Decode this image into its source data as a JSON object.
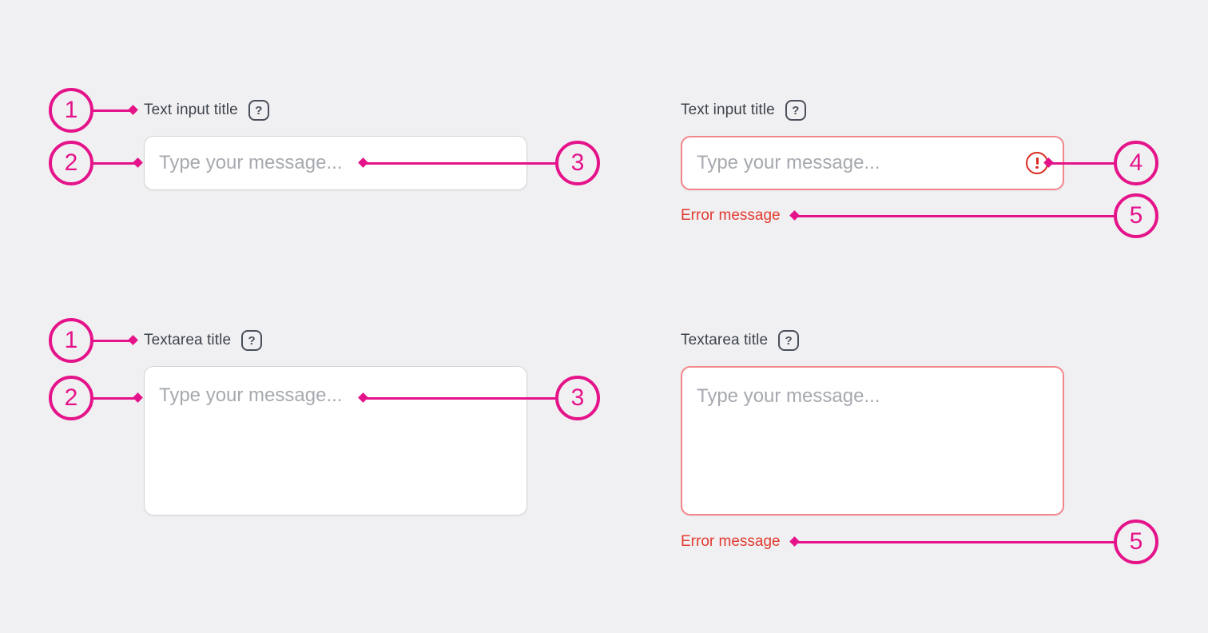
{
  "annotation": {
    "color": "#e5138a",
    "markers": [
      "1",
      "2",
      "3",
      "4",
      "5"
    ]
  },
  "examples": {
    "text_input_default": {
      "title": "Text input title",
      "help_icon": "?",
      "placeholder": "Type your message..."
    },
    "text_input_error": {
      "title": "Text input title",
      "help_icon": "?",
      "placeholder": "Type your message...",
      "error_message": "Error message"
    },
    "textarea_default": {
      "title": "Textarea title",
      "help_icon": "?",
      "placeholder": "Type your message..."
    },
    "textarea_error": {
      "title": "Textarea title",
      "help_icon": "?",
      "placeholder": "Type your message...",
      "error_message": "Error message"
    }
  },
  "colors": {
    "annotation_pink": "#e5138a",
    "error_text_red": "#e23a2f",
    "error_border_salmon": "#f3868b",
    "error_icon_red": "#dc2a21",
    "title_text": "#3e434b",
    "placeholder_text": "#a6a9af",
    "input_border": "#d5d5d8",
    "input_background": "#ffffff",
    "page_background": "#f0f0f2"
  }
}
